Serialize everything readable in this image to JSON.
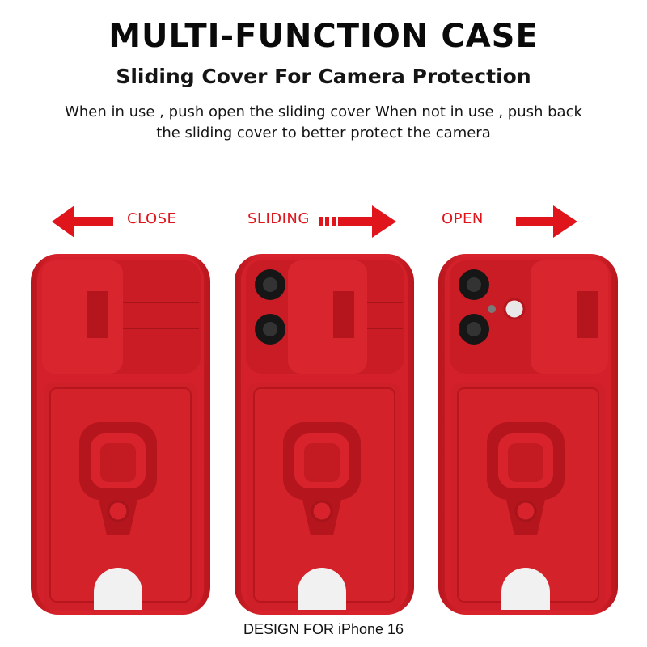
{
  "header": {
    "title": "MULTI-FUNCTION CASE",
    "subtitle": "Sliding Cover For Camera Protection",
    "description_line1": "When in use , push open the sliding cover When not in use , push back",
    "description_line2": "the sliding cover to better protect the camera"
  },
  "states": [
    {
      "label": "CLOSE",
      "arrow": "left"
    },
    {
      "label": "SLIDING",
      "arrow": "right"
    },
    {
      "label": "OPEN",
      "arrow": "right"
    }
  ],
  "footer": {
    "text": "DESIGN FOR iPhone 16"
  },
  "colors": {
    "case_red": "#d4202a",
    "case_dark": "#a8141c",
    "arrow_red": "#e0151c",
    "lens_black": "#161616"
  }
}
